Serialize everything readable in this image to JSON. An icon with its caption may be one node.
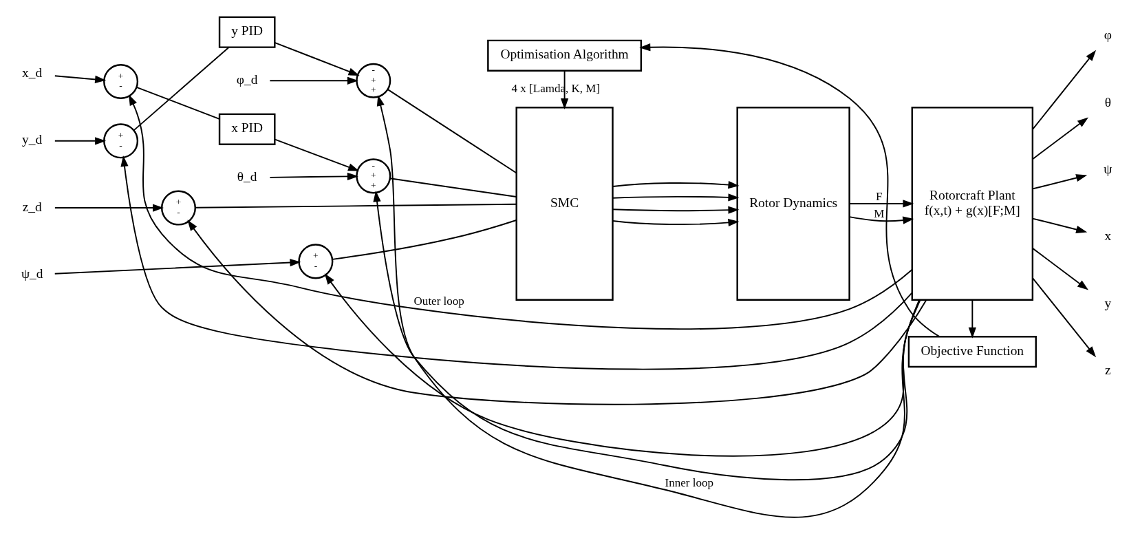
{
  "diagram": {
    "nodes": [
      {
        "text": [
          "Optimisation Algorithm"
        ]
      },
      {
        "text": [
          "Objective Function"
        ]
      },
      {
        "text": [
          "x_d"
        ]
      },
      {
        "text": [
          "y_d"
        ]
      },
      {
        "text": [
          "z_d"
        ]
      },
      {
        "text": [
          "ψ_d"
        ]
      },
      {
        "text": [
          "+",
          "-"
        ]
      },
      {
        "text": [
          "+",
          "-"
        ]
      },
      {
        "text": [
          "+",
          "-"
        ]
      },
      {
        "text": [
          "+",
          "-"
        ]
      },
      {
        "text": [
          "x PID"
        ]
      },
      {
        "text": [
          "y PID"
        ]
      },
      {
        "text": [
          "-",
          "+",
          "+"
        ]
      },
      {
        "text": [
          "-",
          "+",
          "+"
        ]
      },
      {
        "text": [
          "θ_d"
        ]
      },
      {
        "text": [
          "φ_d"
        ]
      },
      {
        "text": [
          "SMC"
        ]
      },
      {
        "text": [
          "Rotor Dynamics"
        ]
      },
      {
        "text": [
          "Rotorcraft Plant",
          "f(x,t) + g(x)[F;M]"
        ]
      },
      {
        "text": [
          "φ"
        ]
      },
      {
        "text": [
          "θ"
        ]
      },
      {
        "text": [
          "ψ"
        ]
      },
      {
        "text": [
          "x"
        ]
      },
      {
        "text": [
          "y"
        ]
      },
      {
        "text": [
          "z"
        ]
      }
    ],
    "edges": [
      {
        "from": 0,
        "to": 16,
        "arrow": "to",
        "label": "4 x [Lamda, K, M]"
      },
      {
        "from": 1,
        "to": 0,
        "arrow": "to"
      },
      {
        "from": 18,
        "to": 1,
        "arrow": "to"
      },
      {
        "from": 2,
        "to": 6,
        "arrow": "to"
      },
      {
        "from": 3,
        "to": 7,
        "arrow": "to"
      },
      {
        "from": 4,
        "to": 8,
        "arrow": "to"
      },
      {
        "from": 5,
        "to": 9,
        "arrow": "to"
      },
      {
        "from": 6,
        "to": 10,
        "arrow": "none"
      },
      {
        "from": 7,
        "to": 11,
        "arrow": "none"
      },
      {
        "from": 10,
        "to": 12,
        "arrow": "to"
      },
      {
        "from": 11,
        "to": 13,
        "arrow": "to"
      },
      {
        "from": 14,
        "to": 12,
        "arrow": "to"
      },
      {
        "from": 15,
        "to": 13,
        "arrow": "to"
      },
      {
        "from": 12,
        "to": 16,
        "arrow": "none"
      },
      {
        "from": 13,
        "to": 16,
        "arrow": "none"
      },
      {
        "from": 8,
        "to": 16,
        "arrow": "none"
      },
      {
        "from": 9,
        "to": 16,
        "arrow": "none"
      },
      {
        "from": 16,
        "to": 17,
        "arrow": "to"
      },
      {
        "from": 16,
        "to": 17,
        "arrow": "to"
      },
      {
        "from": 16,
        "to": 17,
        "arrow": "to"
      },
      {
        "from": 16,
        "to": 17,
        "arrow": "to"
      },
      {
        "from": 17,
        "to": 18,
        "arrow": "to",
        "label": "F"
      },
      {
        "from": 17,
        "to": 18,
        "arrow": "to",
        "label": "M"
      },
      {
        "from": 18,
        "to": 19,
        "arrow": "to"
      },
      {
        "from": 18,
        "to": 20,
        "arrow": "to"
      },
      {
        "from": 18,
        "to": 21,
        "arrow": "to"
      },
      {
        "from": 18,
        "to": 22,
        "arrow": "to"
      },
      {
        "from": 18,
        "to": 23,
        "arrow": "to"
      },
      {
        "from": 18,
        "to": 24,
        "arrow": "to"
      },
      {
        "from": 18,
        "to": 12,
        "arrow": "to"
      },
      {
        "from": 18,
        "to": 13,
        "arrow": "to",
        "label": "Inner loop"
      },
      {
        "from": 18,
        "to": 9,
        "arrow": "to"
      },
      {
        "from": 18,
        "to": 8,
        "arrow": "to"
      },
      {
        "from": 18,
        "to": 7,
        "arrow": "to"
      },
      {
        "from": 18,
        "to": 6,
        "arrow": "to",
        "label": "Outer loop"
      }
    ]
  }
}
